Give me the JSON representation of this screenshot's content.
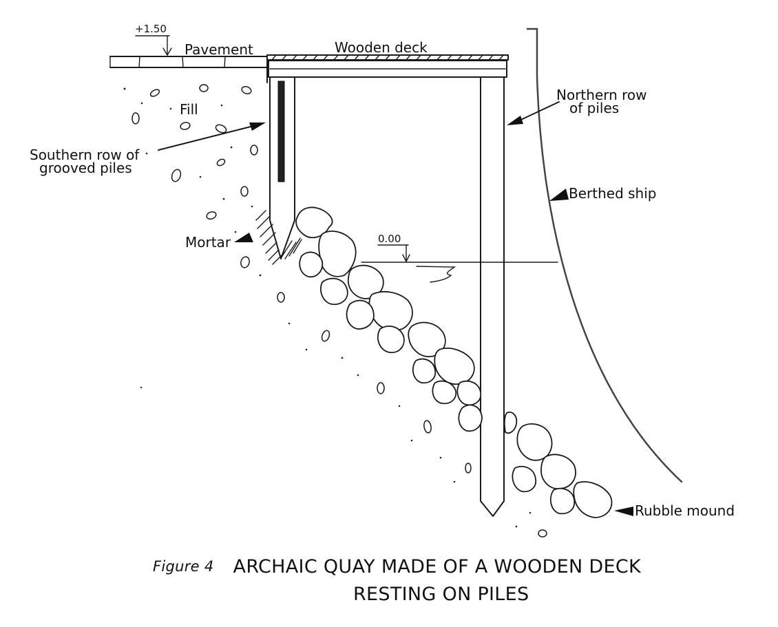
{
  "figure": {
    "number_label": "Figure 4",
    "title_line1": "ARCHAIC QUAY MADE OF A WOODEN DECK",
    "title_line2": "RESTING ON PILES"
  },
  "labels": {
    "elevation_top": "+1.50",
    "pavement": "Pavement",
    "wooden_deck": "Wooden deck",
    "fill": "Fill",
    "southern_row_line1": "Southern row of",
    "southern_row_line2": "grooved piles",
    "northern_row_line1": "Northern row",
    "northern_row_line2": "of piles",
    "berthed_ship": "Berthed ship",
    "mortar": "Mortar",
    "elevation_water": "0.00",
    "rubble_mound": "Rubble mound"
  }
}
